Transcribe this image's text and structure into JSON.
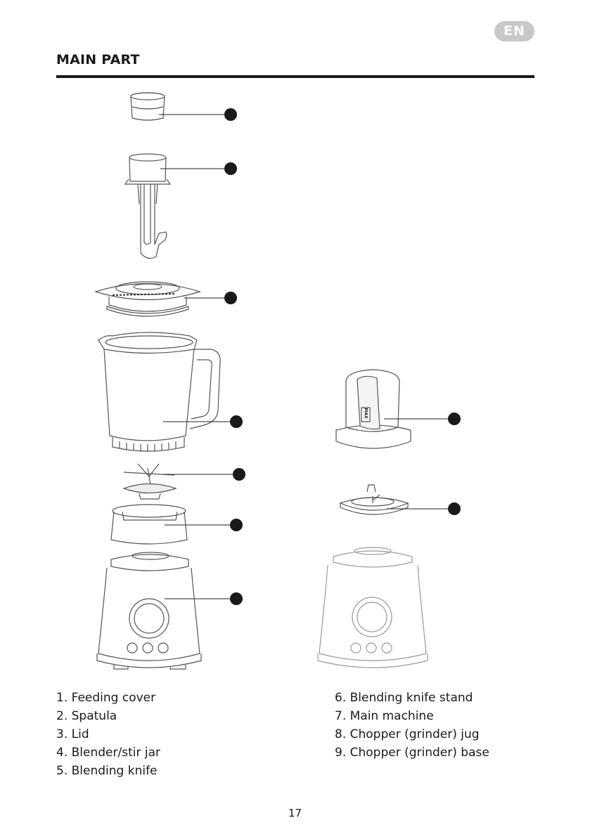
{
  "header": {
    "lang_badge": "EN",
    "title": "MAIN PART"
  },
  "legend_left": [
    "1. Feeding cover",
    "2. Spatula",
    "3. Lid",
    "4. Blender/stir jar",
    "5. Blending knife"
  ],
  "legend_right": [
    "6. Blending knife stand",
    "7. Main machine",
    "8. Chopper (grinder) jug",
    "9. Chopper (grinder) base"
  ],
  "chopper_label": "MAX",
  "page_number": "17"
}
